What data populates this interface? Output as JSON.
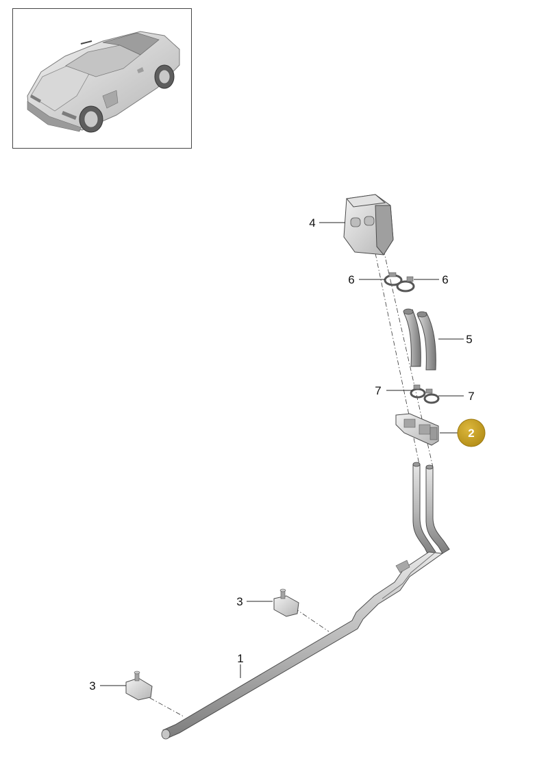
{
  "callouts": [
    {
      "id": "c1",
      "label": "1"
    },
    {
      "id": "c2",
      "label": "2",
      "highlighted": true
    },
    {
      "id": "c3a",
      "label": "3"
    },
    {
      "id": "c3b",
      "label": "3"
    },
    {
      "id": "c4",
      "label": "4"
    },
    {
      "id": "c5",
      "label": "5"
    },
    {
      "id": "c6a",
      "label": "6"
    },
    {
      "id": "c6b",
      "label": "6"
    },
    {
      "id": "c7a",
      "label": "7"
    },
    {
      "id": "c7b",
      "label": "7"
    }
  ],
  "colors": {
    "badge": "#c9a227",
    "part_fill": "#bdbdbd",
    "part_shade": "#8e8e8e",
    "line": "#222222"
  }
}
